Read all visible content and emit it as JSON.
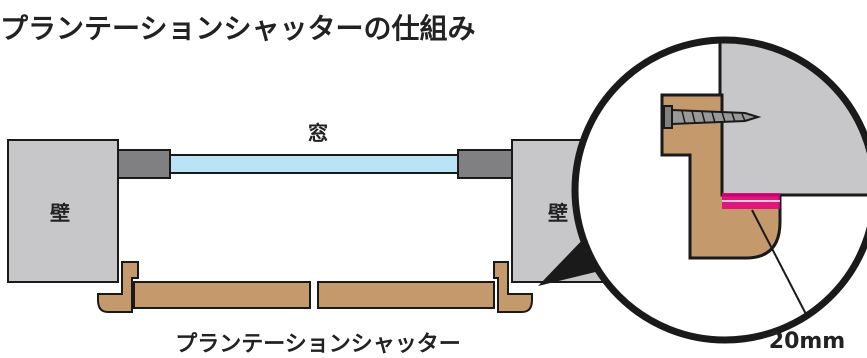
{
  "title": "プランテーションシャッターの仕組み",
  "labels": {
    "window": "窓",
    "wall_left": "壁",
    "wall_right": "壁",
    "shutter": "プランテーションシャッター",
    "gap": "20mm"
  },
  "colors": {
    "wall": "#c7c7c9",
    "frame": "#808082",
    "glass": "#b8e4f5",
    "wood": "#c49a6c",
    "magenta": "#e5007e",
    "outline": "#1a1a1a"
  }
}
